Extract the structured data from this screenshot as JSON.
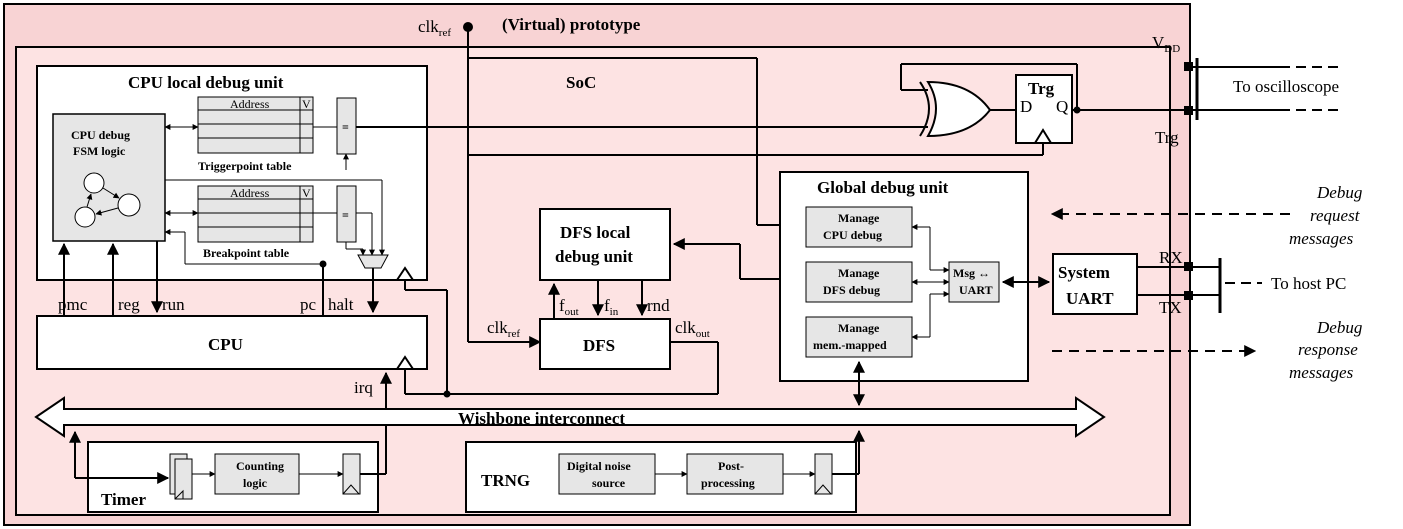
{
  "prototype_title": "(Virtual) prototype",
  "clk_ref_top": "clk",
  "clk_ref_sub": "ref",
  "vdd": "V",
  "vdd_sub": "DD",
  "soc_label": "SoC",
  "cpu_debug_unit": {
    "title": "CPU local debug unit",
    "fsm_line1": "CPU debug",
    "fsm_line2": "FSM logic",
    "address_header": "Address",
    "valid_header": "V",
    "triggerpoint_table": "Triggerpoint table",
    "breakpoint_table": "Breakpoint table",
    "comparator": "="
  },
  "trigger_ff": {
    "title": "Trg",
    "d": "D",
    "q": "Q"
  },
  "trg_label": "Trg",
  "to_oscilloscope": "To oscilloscope",
  "global_debug_unit": {
    "title": "Global debug unit",
    "manage_cpu": [
      "Manage",
      "CPU debug"
    ],
    "manage_dfs": [
      "Manage",
      "DFS debug"
    ],
    "manage_mem": [
      "Manage",
      "mem.-mapped"
    ],
    "msg_uart": [
      "Msg ↔",
      "UART"
    ]
  },
  "debug_request": [
    "Debug",
    "request",
    "messages"
  ],
  "debug_response": [
    "Debug",
    "response",
    "messages"
  ],
  "dfs_debug_unit": [
    "DFS local",
    "debug unit"
  ],
  "dfs_signals": {
    "f": "f",
    "out": "out",
    "in": "in",
    "rnd": "rnd"
  },
  "dfs": "DFS",
  "clk_ref2_top": "clk",
  "clk_ref2_sub": "ref",
  "clk_out_top": "clk",
  "clk_out_sub": "out",
  "system_uart": [
    "System",
    "UART"
  ],
  "rx": "RX",
  "tx": "TX",
  "to_host_pc": "To host PC",
  "cpu_signals": {
    "pmc": "pmc",
    "reg": "reg",
    "run": "run",
    "pc": "pc",
    "halt": "halt"
  },
  "cpu": "CPU",
  "irq": "irq",
  "wishbone": "Wishbone interconnect",
  "timer": {
    "title": "Timer",
    "counting": [
      "Counting",
      "logic"
    ]
  },
  "trng": {
    "title": "TRNG",
    "noise": [
      "Digital noise",
      "source"
    ],
    "post": [
      "Post-",
      "processing"
    ]
  },
  "colors": {
    "outer_fill": "#f8d3d4",
    "soc_fill": "#fde3e3",
    "block_fill": "#ffffff",
    "gray_fill": "#e6e6e6"
  }
}
